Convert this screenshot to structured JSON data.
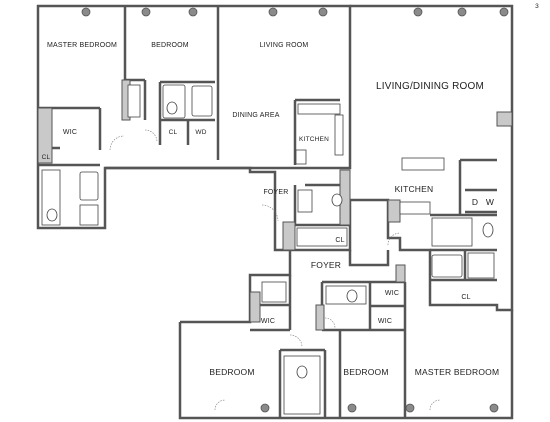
{
  "rooms": {
    "master_bedroom_left": "MASTER BEDROOM",
    "bedroom_top": "BEDROOM",
    "living_room": "LIVING ROOM",
    "living_dining_room": "LIVING/DINING ROOM",
    "dining_area": "DINING AREA",
    "kitchen_left": "KITCHEN",
    "kitchen_right": "KITCHEN",
    "foyer_left": "FOYER",
    "foyer_right": "FOYER",
    "wic_top": "WIC",
    "cl_top": "CL",
    "wd_top": "WD",
    "cl_left": "CL",
    "cl_foyer": "CL",
    "d_label": "D",
    "w_label": "W",
    "cl_right": "CL",
    "wic_bottom_left": "WIC",
    "wic_bottom_mid_upper": "WIC",
    "wic_bottom_mid_lower": "WIC",
    "bedroom_bottom_left": "BEDROOM",
    "bedroom_bottom_mid": "BEDROOM",
    "master_bedroom_right": "MASTER BEDROOM"
  },
  "corner_mark": "3",
  "colors": {
    "wall_fill": "#c9c9c9",
    "wall_stroke": "#555555",
    "column": "#8a8a8a"
  }
}
